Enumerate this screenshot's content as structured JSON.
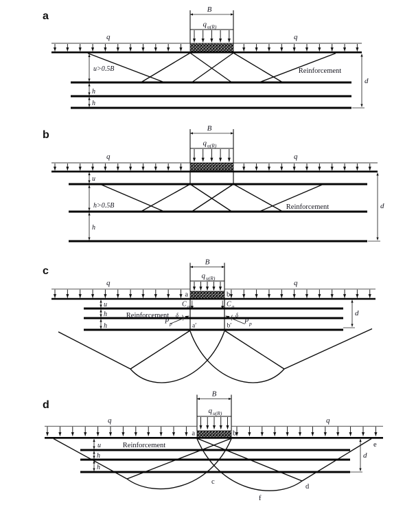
{
  "figure": {
    "background": "#ffffff",
    "ink": "#111111",
    "text_color": "#16161f"
  },
  "panels": [
    {
      "label": "a",
      "footing": {
        "width_label": "B",
        "load_main": "q",
        "load_sub": "u(R)"
      },
      "surcharge": {
        "left": "q",
        "right": "q"
      },
      "dims": {
        "note": "u>0.5B",
        "h1": "h",
        "h2": "h",
        "depth": "d"
      },
      "reinforcement_label": "Reinforcement"
    },
    {
      "label": "b",
      "footing": {
        "width_label": "B",
        "load_main": "q",
        "load_sub": "u(R)"
      },
      "surcharge": {
        "left": "q",
        "right": "q"
      },
      "dims": {
        "u": "u",
        "note": "h>0.5B",
        "h2": "h",
        "depth": "d"
      },
      "reinforcement_label": "Reinforcement"
    },
    {
      "label": "c",
      "footing": {
        "width_label": "B",
        "load_main": "q",
        "load_sub": "u(R)"
      },
      "surcharge": {
        "left": "q",
        "right": "q"
      },
      "dims": {
        "u": "u",
        "h1": "h",
        "h2": "h",
        "depth": "d"
      },
      "points": {
        "a": "a",
        "b": "b",
        "a_prime": "a′",
        "b_prime": "b′"
      },
      "forces": {
        "adhesion_main": "C",
        "adhesion_sub": "a",
        "passive_main": "P",
        "passive_sub": "p",
        "friction_angle": "δ"
      },
      "reinforcement_label": "Reinforcement"
    },
    {
      "label": "d",
      "footing": {
        "width_label": "B",
        "load_main": "q",
        "load_sub": "u(R)"
      },
      "surcharge": {
        "left": "q",
        "right": "q"
      },
      "dims": {
        "u": "u",
        "h1": "h",
        "h2": "h",
        "depth": "d"
      },
      "points": {
        "a": "a",
        "b": "b",
        "c": "c",
        "d": "d",
        "e": "e",
        "f": "f"
      },
      "reinforcement_label": "Reinforcement"
    }
  ]
}
